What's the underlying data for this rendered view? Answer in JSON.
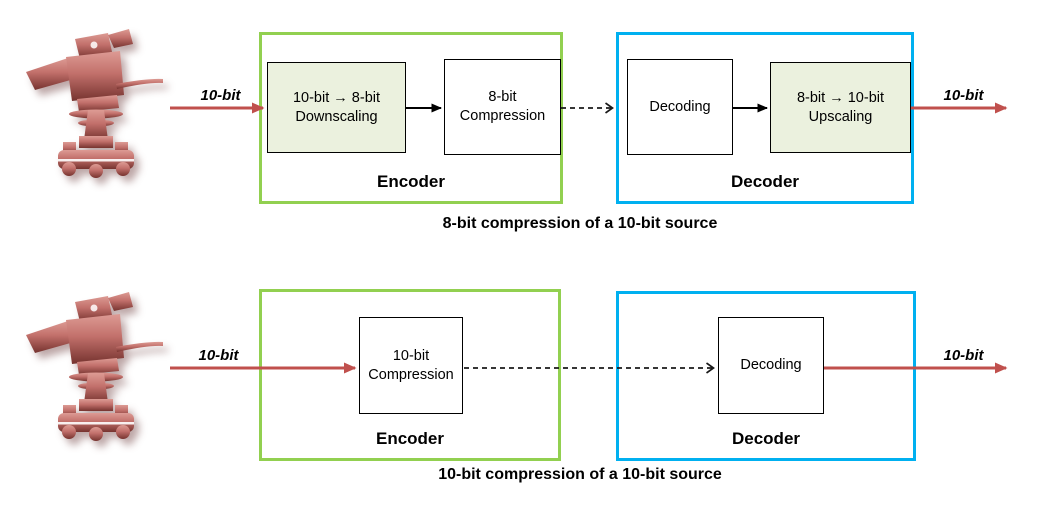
{
  "colors": {
    "encoder_border": "#92D050",
    "decoder_border": "#00B0F0",
    "stage_highlight_fill": "#EBF1DE",
    "signal_arrow": "#C0504D",
    "text": "#111111"
  },
  "icons": {
    "source_device": "tv-camera-icon"
  },
  "diagrams": [
    {
      "caption": "8-bit compression of a 10-bit source",
      "input_label": "10-bit",
      "output_label": "10-bit",
      "encoder": {
        "label": "Encoder",
        "stages": [
          {
            "text": "10-bit → 8-bit\nDownscaling"
          },
          {
            "text": "8-bit\nCompression"
          }
        ]
      },
      "decoder": {
        "label": "Decoder",
        "stages": [
          {
            "text": "Decoding"
          },
          {
            "text": "8-bit → 10-bit\nUpscaling"
          }
        ]
      }
    },
    {
      "caption": "10-bit compression of a 10-bit source",
      "input_label": "10-bit",
      "output_label": "10-bit",
      "encoder": {
        "label": "Encoder",
        "stages": [
          {
            "text": "10-bit\nCompression"
          }
        ]
      },
      "decoder": {
        "label": "Decoder",
        "stages": [
          {
            "text": "Decoding"
          }
        ]
      }
    }
  ]
}
